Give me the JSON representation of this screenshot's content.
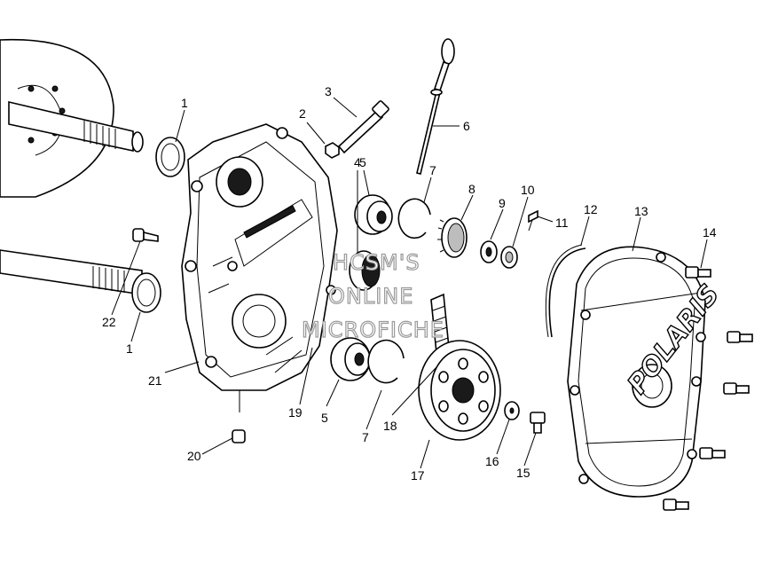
{
  "labels": [
    {
      "id": "1",
      "text": "1"
    },
    {
      "id": "1b",
      "text": "1"
    },
    {
      "id": "2",
      "text": "2"
    },
    {
      "id": "3",
      "text": "3"
    },
    {
      "id": "4",
      "text": "4"
    },
    {
      "id": "5",
      "text": "5"
    },
    {
      "id": "5b",
      "text": "5"
    },
    {
      "id": "6",
      "text": "6"
    },
    {
      "id": "7",
      "text": "7"
    },
    {
      "id": "7b",
      "text": "7"
    },
    {
      "id": "8",
      "text": "8"
    },
    {
      "id": "9",
      "text": "9"
    },
    {
      "id": "10",
      "text": "10"
    },
    {
      "id": "11",
      "text": "11"
    },
    {
      "id": "12",
      "text": "12"
    },
    {
      "id": "13",
      "text": "13"
    },
    {
      "id": "14",
      "text": "14"
    },
    {
      "id": "15",
      "text": "15"
    },
    {
      "id": "16",
      "text": "16"
    },
    {
      "id": "17",
      "text": "17"
    },
    {
      "id": "18",
      "text": "18"
    },
    {
      "id": "19",
      "text": "19"
    },
    {
      "id": "20",
      "text": "20"
    },
    {
      "id": "21",
      "text": "21"
    },
    {
      "id": "22",
      "text": "22"
    }
  ],
  "watermark": [
    "HCSM'S",
    "ONLINE",
    "MICROFICHE"
  ],
  "cover_logo": "POLARIS"
}
